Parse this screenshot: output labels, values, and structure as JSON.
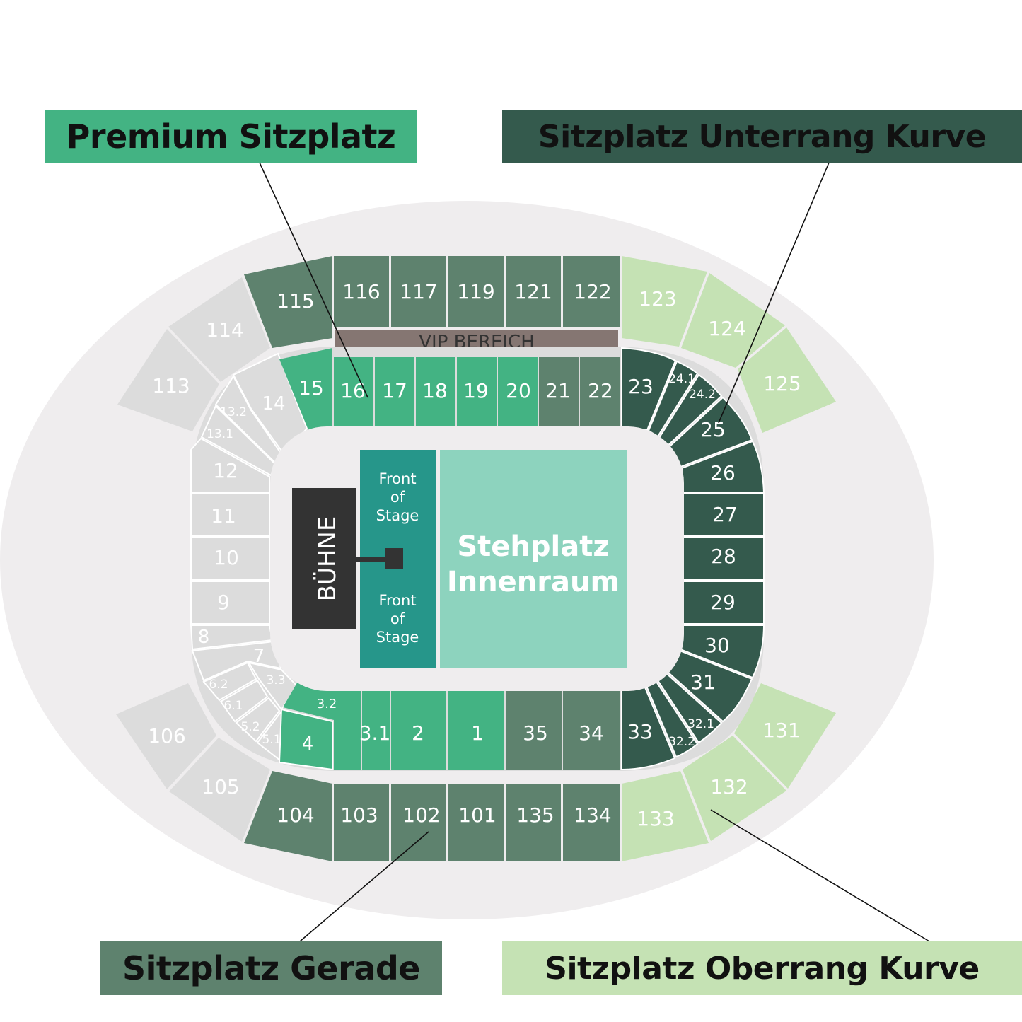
{
  "colors": {
    "premium": "#43b383",
    "unterrang": "#345a4d",
    "gerade": "#5e826e",
    "oberrang": "#c5e2b4",
    "grey_section": "#dcdcdc",
    "grey_bg": "#efedee",
    "vip": "#857672",
    "stage": "#333333",
    "front_of_stage": "#26968a",
    "innenraum": "#8dd3be"
  },
  "legend": {
    "premium": "Premium Sitzplatz",
    "unterrang": "Sitzplatz Unterrang Kurve",
    "gerade": "Sitzplatz Gerade",
    "oberrang": "Sitzplatz Oberrang Kurve"
  },
  "areas": {
    "vip": "VIP BEREICH",
    "stage": "BÜHNE",
    "front_top": [
      "Front",
      "of",
      "Stage"
    ],
    "front_bottom": [
      "Front",
      "of",
      "Stage"
    ],
    "innenraum": [
      "Stehplatz",
      "Innenraum"
    ]
  },
  "sections": {
    "upper_top": [
      "115",
      "116",
      "117",
      "119",
      "121",
      "122"
    ],
    "upper_top_right": [
      "123",
      "124",
      "125"
    ],
    "upper_top_left": [
      "114",
      "113"
    ],
    "upper_bottom": [
      "104",
      "103",
      "102",
      "101",
      "135",
      "134"
    ],
    "upper_bottom_right": [
      "133",
      "132",
      "131"
    ],
    "upper_bottom_left": [
      "106",
      "105"
    ],
    "lower_top": [
      "15",
      "16",
      "17",
      "18",
      "19",
      "20",
      "21",
      "22"
    ],
    "lower_right": [
      "23",
      "24.1",
      "24.2",
      "25",
      "26",
      "27",
      "28",
      "29",
      "30",
      "31",
      "32.1",
      "32.2",
      "33"
    ],
    "lower_bottom": [
      "3.2",
      "4",
      "3.1",
      "2",
      "1",
      "35",
      "34"
    ],
    "lower_left": [
      "14",
      "13.2",
      "13.1",
      "12",
      "11",
      "10",
      "9",
      "8",
      "7",
      "6.2",
      "6.1",
      "5.2",
      "5.1",
      "3.3"
    ]
  }
}
